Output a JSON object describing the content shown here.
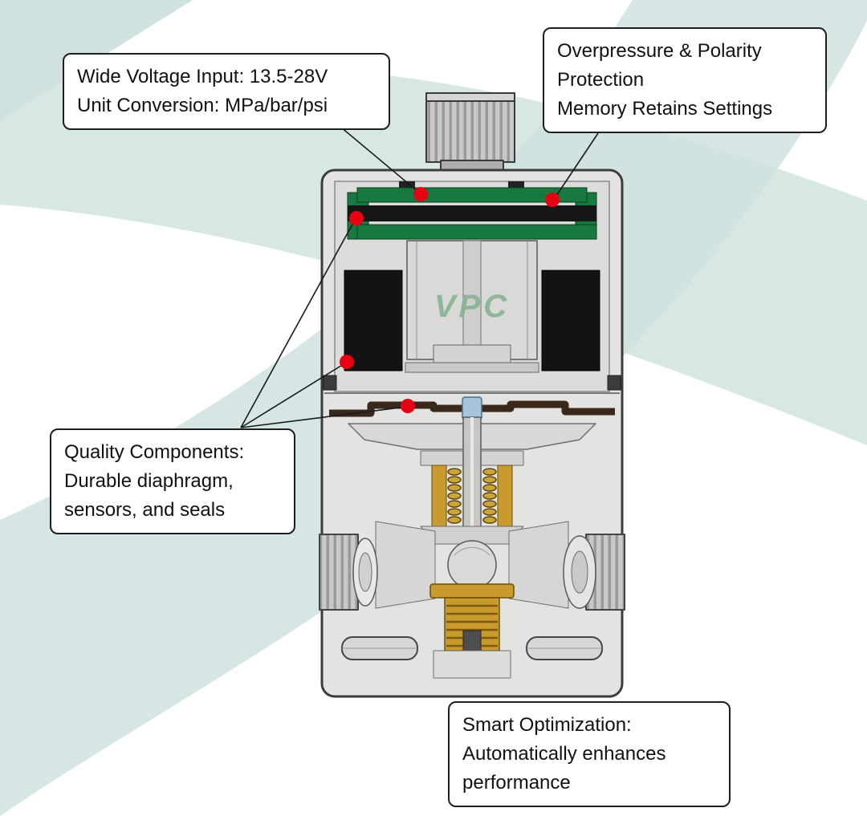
{
  "watermark": "VPC",
  "callouts": {
    "voltage": {
      "lines": [
        "Wide Voltage Input: 13.5-28V",
        "Unit Conversion: MPa/bar/psi"
      ]
    },
    "protection": {
      "lines": [
        "Overpressure & Polarity",
        "Protection",
        "Memory Retains Settings"
      ]
    },
    "quality": {
      "lines": [
        "Quality Components:",
        "Durable diaphragm,",
        "sensors, and seals"
      ]
    },
    "smart": {
      "lines": [
        "Smart Optimization:",
        "Automatically enhances",
        "performance"
      ]
    }
  },
  "colors": {
    "marker": "#e60012",
    "pcb_green": "#17793f",
    "brass": "#c99a2e",
    "teal_band": "#d6e7e4",
    "body_gray": "#e3e3e1",
    "watermark_green": "#85b492",
    "diaphragm_brown": "#3a281b",
    "coil_black": "#131313",
    "cap_blue": "#a5c4dc"
  }
}
